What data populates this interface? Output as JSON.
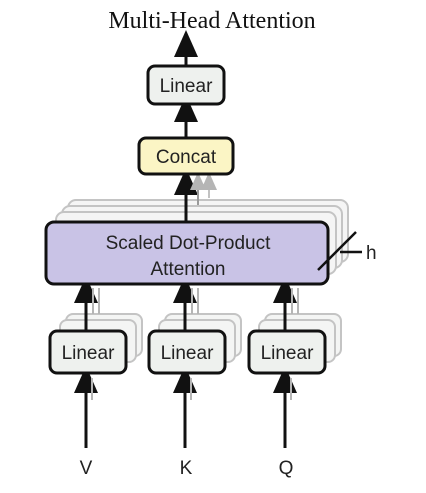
{
  "title": "Multi-Head Attention",
  "blocks": {
    "linear_top": "Linear",
    "concat": "Concat",
    "attention_line1": "Scaled Dot-Product",
    "attention_line2": "Attention",
    "linear_v": "Linear",
    "linear_k": "Linear",
    "linear_q": "Linear"
  },
  "inputs": {
    "v": "V",
    "k": "K",
    "q": "Q"
  },
  "heads_label": "h",
  "colors": {
    "linear_fill": "#eef1ee",
    "concat_fill": "#fbf5c5",
    "attention_fill": "#c9c3e6",
    "stroke": "#111111",
    "shadow_stroke": "#bfbfbf"
  }
}
